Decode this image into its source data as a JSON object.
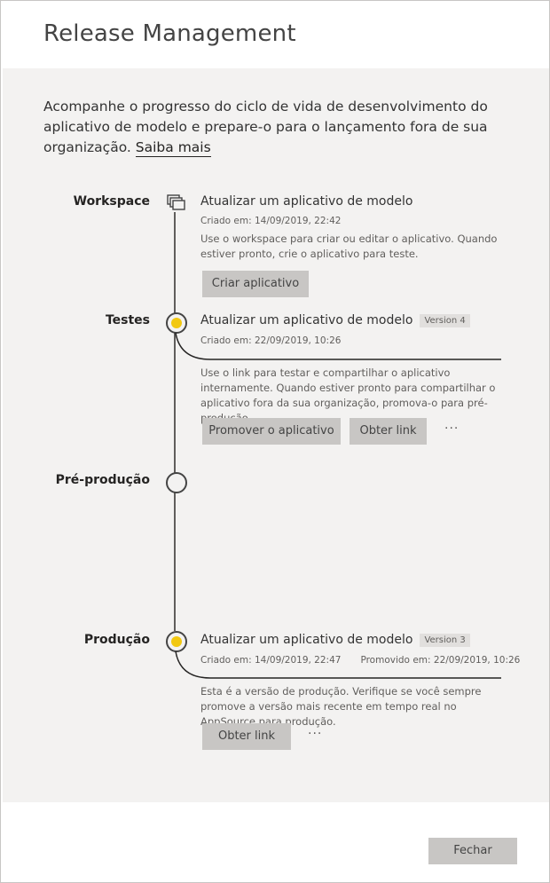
{
  "dialog": {
    "title": "Release Management",
    "intro": "Acompanhe o progresso do ciclo de vida de desenvolvimento do aplicativo de modelo e prepare-o para o lançamento fora de sua organização.",
    "learn_more": "Saiba mais",
    "close_label": "Fechar"
  },
  "stages": {
    "workspace": {
      "label": "Workspace",
      "title": "Atualizar um aplicativo de modelo",
      "created": "Criado em: 14/09/2019, 22:42",
      "description": "Use o workspace para criar ou editar o aplicativo. Quando estiver pronto, crie o aplicativo para teste.",
      "button": "Criar aplicativo"
    },
    "testing": {
      "label": "Testes",
      "title": "Atualizar um aplicativo de modelo",
      "version": "Version 4",
      "created": "Criado em: 22/09/2019, 10:26",
      "description": "Use o link para testar e compartilhar o aplicativo internamente. Quando estiver pronto para compartilhar o aplicativo fora da sua organização, promova-o para pré-produção.",
      "promote_button": "Promover o aplicativo",
      "link_button": "Obter link",
      "more": "···"
    },
    "preprod": {
      "label": "Pré-produção"
    },
    "production": {
      "label": "Produção",
      "title": "Atualizar um aplicativo de modelo",
      "version": "Version 3",
      "created": "Criado em: 14/09/2019, 22:47",
      "promoted": "Promovido em: 22/09/2019, 10:26",
      "description": "Esta é a versão de produção. Verifique se você sempre promove a versão mais recente em tempo real no AppSource para produção.",
      "link_button": "Obter link",
      "more": "···"
    }
  },
  "colors": {
    "accent_yellow": "#f2c811",
    "panel_bg": "#f3f2f1",
    "button_bg": "#c8c6c4"
  }
}
